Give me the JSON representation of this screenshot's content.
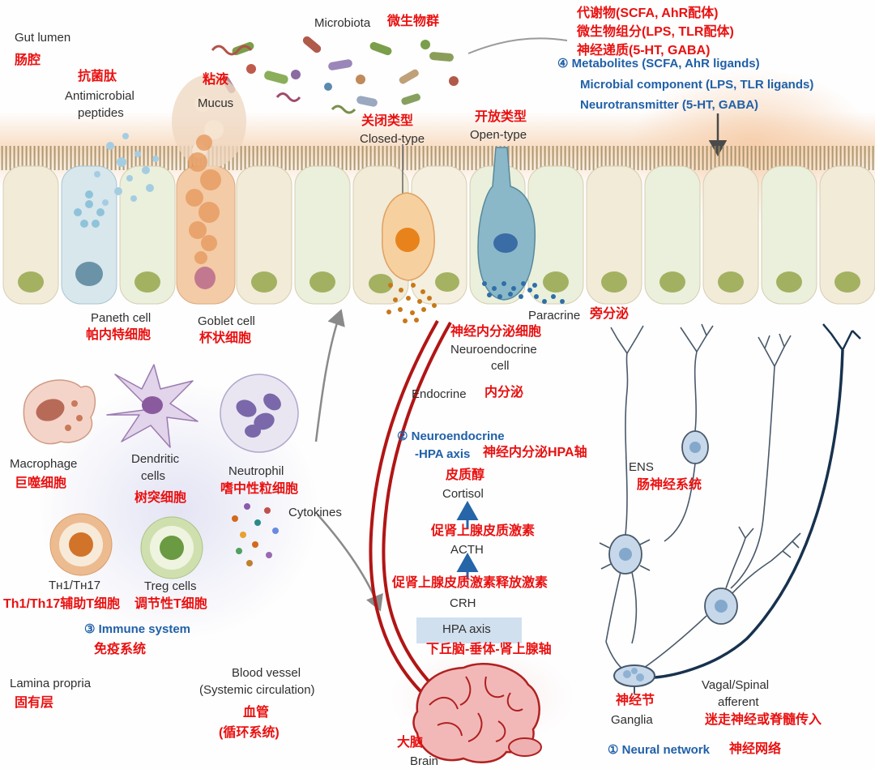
{
  "colors": {
    "accent_red": "#ea1010",
    "accent_blue": "#2060a8",
    "text_dark": "#2f2f2f",
    "vessel_red": "#b21515",
    "nerve_navy": "#17324e"
  },
  "labels": {
    "gut_lumen_en": "Gut lumen",
    "gut_lumen_zh": "肠腔",
    "microbiota_en": "Microbiota",
    "microbiota_zh": "微生物群",
    "amp_zh": "抗菌肽",
    "amp_en1": "Antimicrobial",
    "amp_en2": "peptides",
    "mucus_zh": "粘液",
    "mucus_en": "Mucus",
    "closed_zh": "关闭类型",
    "closed_en": "Closed-type",
    "open_zh": "开放类型",
    "open_en": "Open-type",
    "met_zh": "代谢物(SCFA, AhR配体)",
    "mic_zh": "微生物组分(LPS, TLR配体)",
    "neu_zh": "神经递质(5-HT, GABA)",
    "met_en": "④ Metabolites (SCFA, AhR ligands)",
    "mic_en": "Microbial component (LPS, TLR ligands)",
    "neu_en": "Neurotransmitter (5-HT, GABA)",
    "paneth_en": "Paneth cell",
    "paneth_zh": "帕内特细胞",
    "goblet_en": "Goblet cell",
    "goblet_zh": "杯状细胞",
    "paracrine_en": "Paracrine",
    "paracrine_zh": "旁分泌",
    "ne_zh": "神经内分泌细胞",
    "ne_en1": "Neuroendocrine",
    "ne_en2": "cell",
    "endocrine_en": "Endocrine",
    "endocrine_zh": "内分泌",
    "mac_en": "Macrophage",
    "mac_zh": "巨噬细胞",
    "den_en1": "Dendritic",
    "den_en2": "cells",
    "den_zh": "树突细胞",
    "neut_en": "Neutrophil",
    "neut_zh": "嗜中性粒细胞",
    "th_en": "Tʜ1/Tʜ17",
    "th_zh": "Th1/Th17辅助T细胞",
    "treg_en": "Treg cells",
    "treg_zh": "调节性T细胞",
    "imm_blue": "③ Immune system",
    "imm_zh": "免疫系统",
    "cyt_en": "Cytokines",
    "lam_en": "Lamina propria",
    "lam_zh": "固有层",
    "bv_en1": "Blood vessel",
    "bv_en2": "(Systemic circulation)",
    "bv_zh1": "血管",
    "bv_zh2": "(循环系统)",
    "hpa_blue1": "② Neuroendocrine",
    "hpa_blue2": "-HPA axis",
    "hpa_zh": "神经内分泌HPA轴",
    "cort_zh": "皮质醇",
    "cort_en": "Cortisol",
    "acth_zh": "促肾上腺皮质激素",
    "acth_en": "ACTH",
    "crh_zh": "促肾上腺皮质激素释放激素",
    "crh_en": "CRH",
    "hpaaxis_en": "HPA axis",
    "hpaaxis_zh": "下丘脑-垂体-肾上腺轴",
    "ens_en": "ENS",
    "ens_zh": "肠神经系统",
    "gang_zh": "神经节",
    "gang_en": "Ganglia",
    "vagal_en1": "Vagal/Spinal",
    "vagal_en2": "afferent",
    "vagal_zh": "迷走神经或脊髓传入",
    "neural_blue": "① Neural network",
    "neural_zh": "神经网络",
    "brain_zh": "大脑",
    "brain_en": "Brain"
  }
}
